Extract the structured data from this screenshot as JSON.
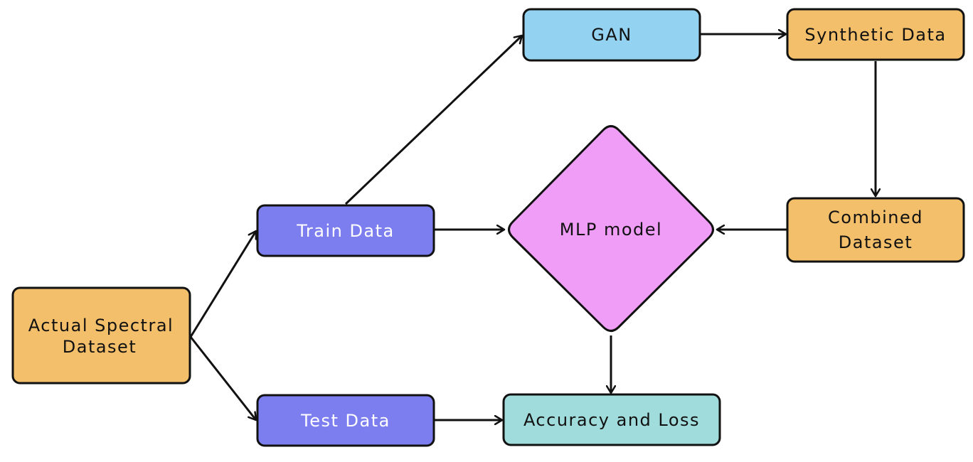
{
  "colors": {
    "orange": "#F4BF6A",
    "blue": "#93D3F1",
    "purple": "#7C7EF0",
    "pink": "#EF9DF7",
    "teal": "#A0DCDB",
    "stroke": "#111111"
  },
  "nodes": {
    "actual_spectral_dataset": {
      "line1": "Actual Spectral",
      "line2": "Dataset"
    },
    "train_data": {
      "label": "Train Data"
    },
    "test_data": {
      "label": "Test Data"
    },
    "gan": {
      "label": "GAN"
    },
    "synthetic_data": {
      "label": "Synthetic Data"
    },
    "combined_dataset": {
      "line1": "Combined",
      "line2": "Dataset"
    },
    "mlp_model": {
      "label": "MLP model"
    },
    "accuracy_and_loss": {
      "label": "Accuracy and Loss"
    }
  },
  "edges": [
    {
      "from": "Actual Spectral Dataset",
      "to": "Train Data"
    },
    {
      "from": "Actual Spectral Dataset",
      "to": "Test Data"
    },
    {
      "from": "Train Data",
      "to": "GAN"
    },
    {
      "from": "GAN",
      "to": "Synthetic Data"
    },
    {
      "from": "Synthetic Data",
      "to": "Combined Dataset"
    },
    {
      "from": "Combined Dataset",
      "to": "MLP model"
    },
    {
      "from": "Train Data",
      "to": "MLP model"
    },
    {
      "from": "MLP model",
      "to": "Accuracy and Loss"
    },
    {
      "from": "Test Data",
      "to": "Accuracy and Loss"
    }
  ]
}
